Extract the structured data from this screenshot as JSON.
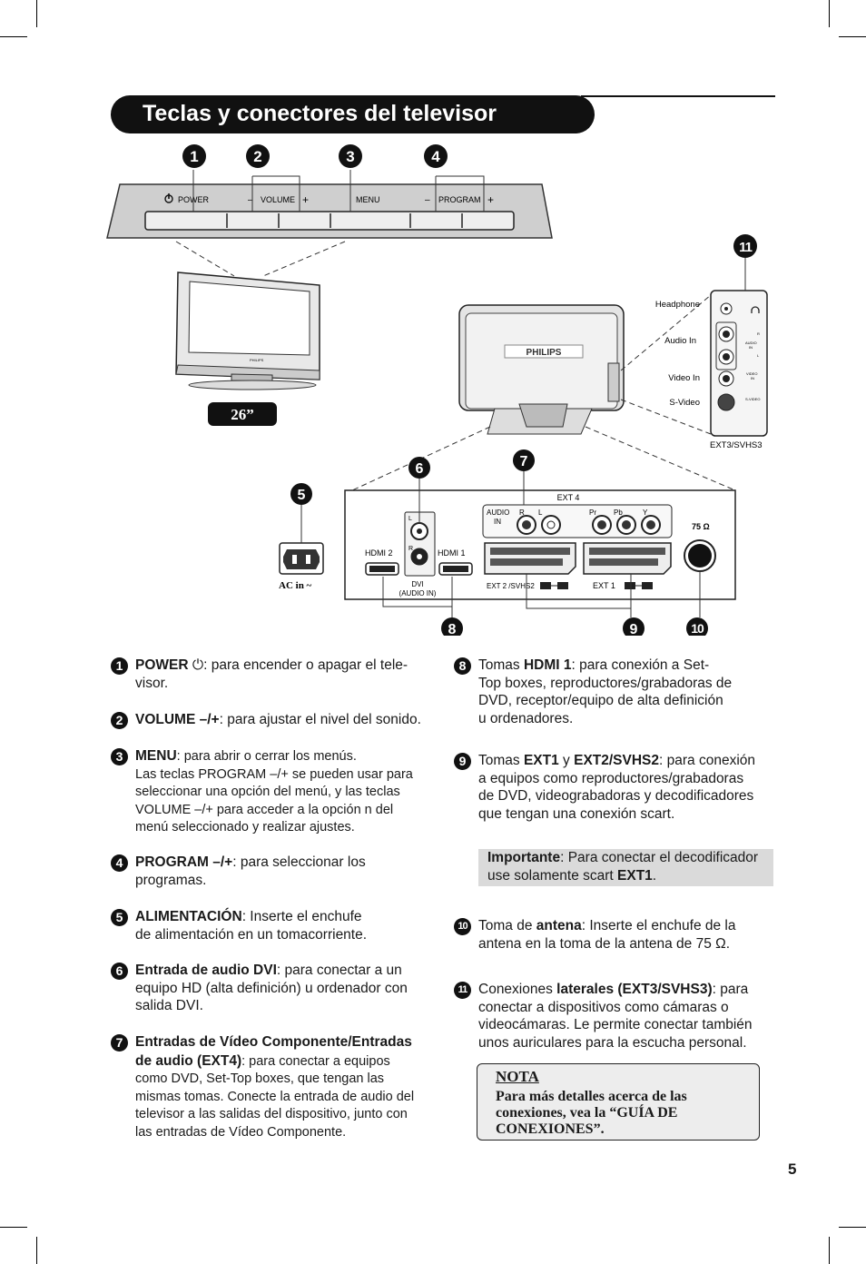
{
  "title": "Teclas y conectores del televisor",
  "diagram": {
    "control_labels": {
      "power": "POWER",
      "volume": "VOLUME",
      "menu": "MENU",
      "program": "PROGRAM",
      "minus": "–",
      "plus": "+"
    },
    "callouts": [
      "1",
      "2",
      "3",
      "4",
      "5",
      "6",
      "7",
      "8",
      "9",
      "10",
      "11"
    ],
    "screen_size": "26”",
    "brand": "PHILIPS",
    "side_labels": {
      "headphone": "Headphone",
      "audio_in": "Audio In",
      "video_in": "Video In",
      "svideo": "S-Video",
      "ext3": "EXT3/SVHS3"
    },
    "side_panel_labels": {
      "r": "R",
      "l": "L",
      "audio": "AUDIO",
      "in": "IN",
      "video": "VIDEO",
      "svideo": "S-VIDEO"
    },
    "rear_labels": {
      "ext4": "EXT 4",
      "audio": "AUDIO",
      "in": "IN",
      "r": "R",
      "l": "L",
      "pr": "Pr",
      "pb": "Pb",
      "y": "Y",
      "antenna": "75 Ω",
      "hdmi2": "HDMI 2",
      "hdmi1": "HDMI 1",
      "dvi": "DVI",
      "dvi_audio": "(AUDIO IN)",
      "ext2": "EXT 2 /SVHS2",
      "ext1": "EXT 1",
      "ac_in": "AC in ~",
      "dvi_l": "L",
      "dvi_r": "R"
    }
  },
  "left_items": [
    {
      "num": "1",
      "bold": "POWER",
      "rest": ": para encender o apagar el tele-",
      "lines": [
        "visor."
      ]
    },
    {
      "num": "2",
      "bold": "VOLUME –/+",
      "rest": ": para ajustar el nivel del sonido.",
      "lines": []
    },
    {
      "num": "3",
      "bold": "MENU",
      "rest": ": para abrir o cerrar los menús.",
      "lines": [
        "Las teclas PROGRAM –/+ se pueden usar para",
        "seleccionar una opción del menú, y las teclas",
        "VOLUME –/+ para acceder a la opción n del",
        "menú seleccionado y realizar ajustes."
      ]
    },
    {
      "num": "4",
      "bold": "PROGRAM –/+",
      "rest": ": para seleccionar los",
      "lines": [
        "programas."
      ]
    },
    {
      "num": "5",
      "bold": "ALIMENTACIÓN",
      "rest": ": Inserte el enchufe",
      "lines": [
        "de alimentación en un tomacorriente."
      ]
    },
    {
      "num": "6",
      "bold": "Entrada de audio DVI",
      "rest": ": para conectar a un",
      "lines": [
        "equipo HD (alta definición) u ordenador con",
        "salida DVI."
      ]
    },
    {
      "num": "7",
      "bold": "Entradas de Vídeo Componente/Entradas",
      "rest": "",
      "bold2": "de audio (EXT4)",
      "rest2": ": para conectar a equipos",
      "lines": [
        "como DVD, Set-Top boxes, que tengan las",
        "mismas tomas. Conecte la entrada de audio del",
        "televisor a las salidas del dispositivo, junto con",
        "las entradas de Vídeo Componente."
      ]
    }
  ],
  "right_items": [
    {
      "num": "8",
      "pre": "Tomas ",
      "bold": "HDMI 1",
      "rest": ": para conexión a Set-",
      "lines": [
        "Top boxes, reproductores/grabadoras de",
        "DVD, receptor/equipo de alta definición",
        "u ordenadores."
      ]
    },
    {
      "num": "9",
      "pre": "Tomas ",
      "bold": "EXT1",
      "mid": " y ",
      "bold2": "EXT2/SVHS2",
      "rest": ": para conexión",
      "lines": [
        "a equipos como reproductores/grabadoras",
        "de DVD, videograbadoras y decodificadores",
        "que tengan una conexión scart."
      ]
    },
    {
      "num": "10",
      "pre": "Toma de ",
      "bold": "antena",
      "rest": ": Inserte el enchufe de la",
      "lines": [
        "antena en la toma de la antena de 75 Ω."
      ]
    },
    {
      "num": "11",
      "pre": "Conexiones ",
      "bold": "laterales (EXT3/SVHS3)",
      "rest": ": para",
      "lines": [
        "conectar a dispositivos como cámaras o",
        "videocámaras. Le permite conectar también",
        "unos auriculares para la escucha personal."
      ]
    }
  ],
  "important": {
    "bold": "Importante",
    "line1": ": Para conectar el decodificador",
    "line2": "use solamente scart ",
    "bold2": "EXT1",
    "end": "."
  },
  "nota": {
    "title": "NOTA",
    "lines": [
      "Para más detalles acerca de las",
      "conexiones, vea la “GUÍA DE",
      "CONEXIONES”."
    ]
  },
  "page_number": "5"
}
